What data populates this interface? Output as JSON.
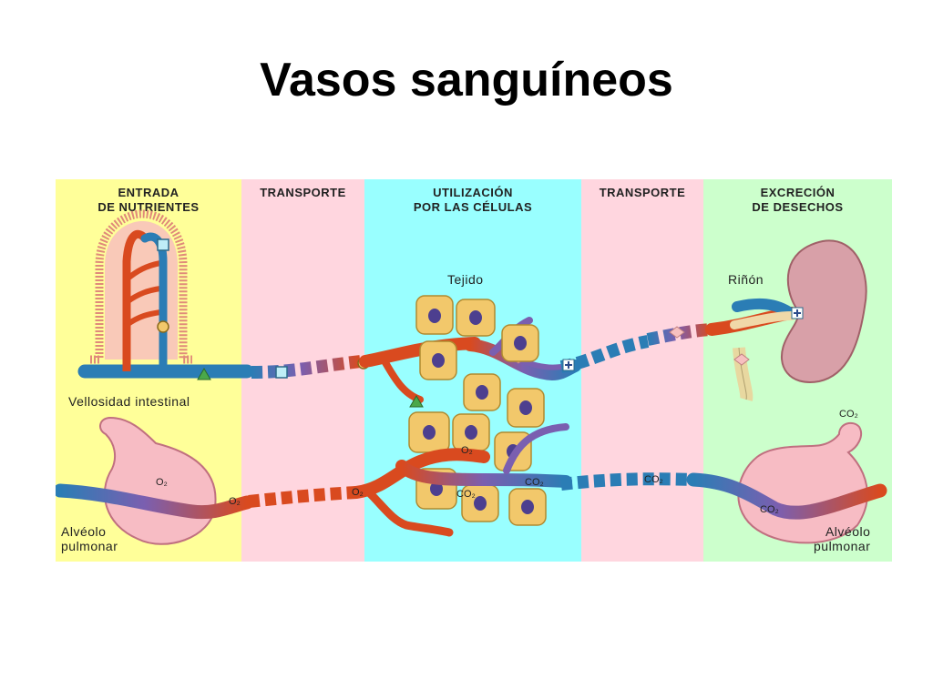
{
  "title": "Vasos sanguíneos",
  "panels": {
    "p1": {
      "title": "ENTRADA\nDE NUTRIENTES",
      "color": "#ffff99"
    },
    "p2": {
      "title": "TRANSPORTE",
      "color": "#ffd6df"
    },
    "p3": {
      "title": "UTILIZACIÓN\nPOR LAS CÉLULAS",
      "color": "#99ffff"
    },
    "p4": {
      "title": "TRANSPORTE",
      "color": "#ffd6df"
    },
    "p5": {
      "title": "EXCRECIÓN\nDE DESECHOS",
      "color": "#ccffcc"
    }
  },
  "labels": {
    "villus": "Vellosidad intestinal",
    "alveolus_left": "Alvéolo\npulmonar",
    "alveolus_right": "Alvéolo\npulmonar",
    "tissue": "Tejido",
    "kidney": "Riñón",
    "o2": "O₂",
    "co2": "CO₂"
  },
  "colors": {
    "artery": "#d94a1f",
    "vein": "#2b7db5",
    "cell": "#f2c86b",
    "nucleus": "#4d3f8f",
    "kidney": "#d8a0a8",
    "alveolus": "#f7bcc4"
  }
}
